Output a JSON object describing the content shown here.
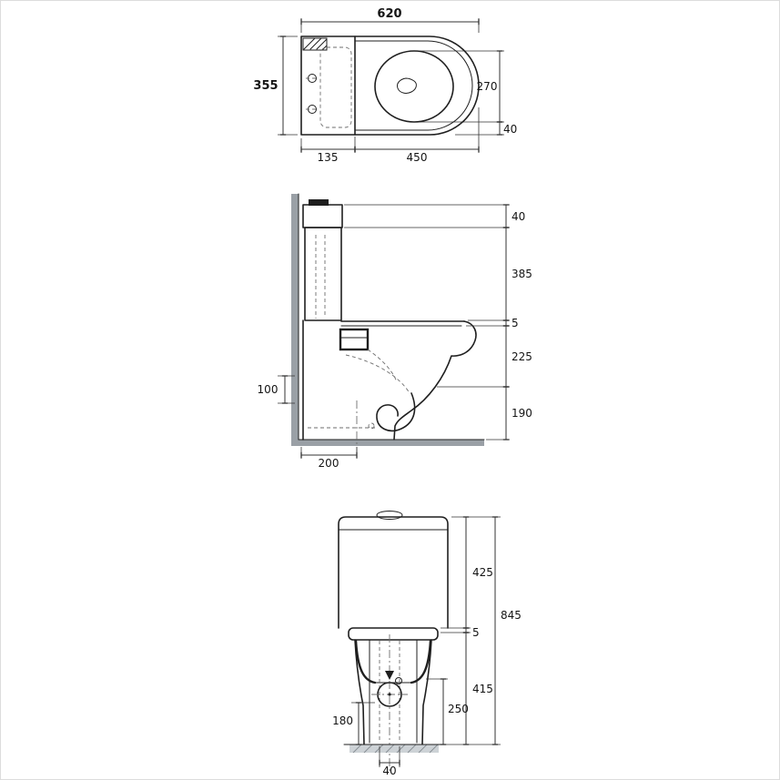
{
  "drawing": {
    "plan": {
      "overall_width": "620",
      "overall_depth": "355",
      "bowl_inner_width": "270",
      "rim_offset": "40",
      "cistern_depth": "135",
      "bowl_length": "450"
    },
    "side": {
      "lid_height": "40",
      "cistern_height": "385",
      "seat_thickness": "5",
      "rim_to_underside": "225",
      "underside_to_floor": "190",
      "inlet_height": "100",
      "outlet_from_wall": "200"
    },
    "front": {
      "upper_height": "425",
      "overall_height": "845",
      "seat_thickness": "5",
      "pan_height": "415",
      "outlet_center_height": "250",
      "fixing_height": "180",
      "outlet_width": "40"
    },
    "colors": {
      "line": "#1f1f1f",
      "dimension": "#333333",
      "wall_fill": "#9aa0a6",
      "hatch_fill": "#cdd2d6"
    }
  }
}
